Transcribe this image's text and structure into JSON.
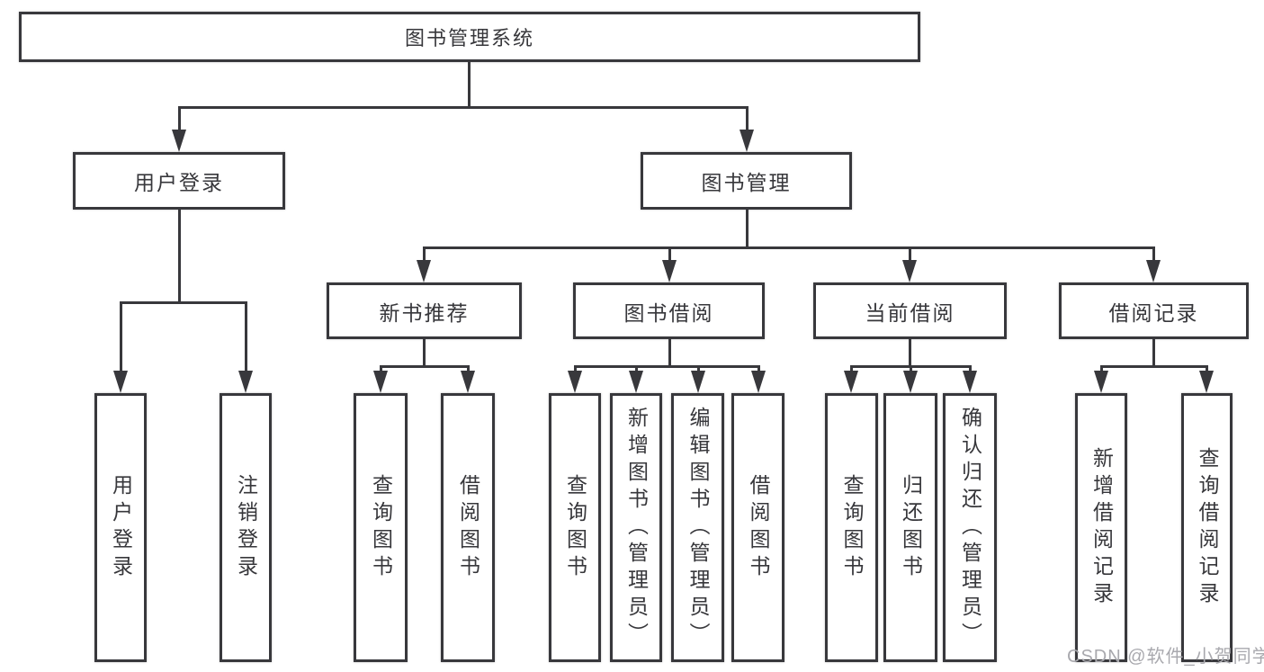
{
  "root": {
    "label": "图书管理系统"
  },
  "level2": [
    {
      "label": "用户登录"
    },
    {
      "label": "图书管理"
    }
  ],
  "level3": [
    {
      "label": "新书推荐"
    },
    {
      "label": "图书借阅"
    },
    {
      "label": "当前借阅"
    },
    {
      "label": "借阅记录"
    }
  ],
  "leaves": [
    {
      "label": "用户登录"
    },
    {
      "label": "注销登录"
    },
    {
      "label": "查询图书"
    },
    {
      "label": "借阅图书"
    },
    {
      "label": "查询图书"
    },
    {
      "label": "新增图书（管理员）"
    },
    {
      "label": "编辑图书（管理员）"
    },
    {
      "label": "借阅图书"
    },
    {
      "label": "查询图书"
    },
    {
      "label": "归还图书"
    },
    {
      "label": "确认归还（管理员）"
    },
    {
      "label": "新增借阅记录"
    },
    {
      "label": "查询借阅记录"
    }
  ],
  "watermark": "CSDN @软件_小贺同学",
  "colors": {
    "line": "#38383c",
    "text": "#37373b",
    "watermark": "#a9a9ae",
    "background": "#ffffff"
  }
}
